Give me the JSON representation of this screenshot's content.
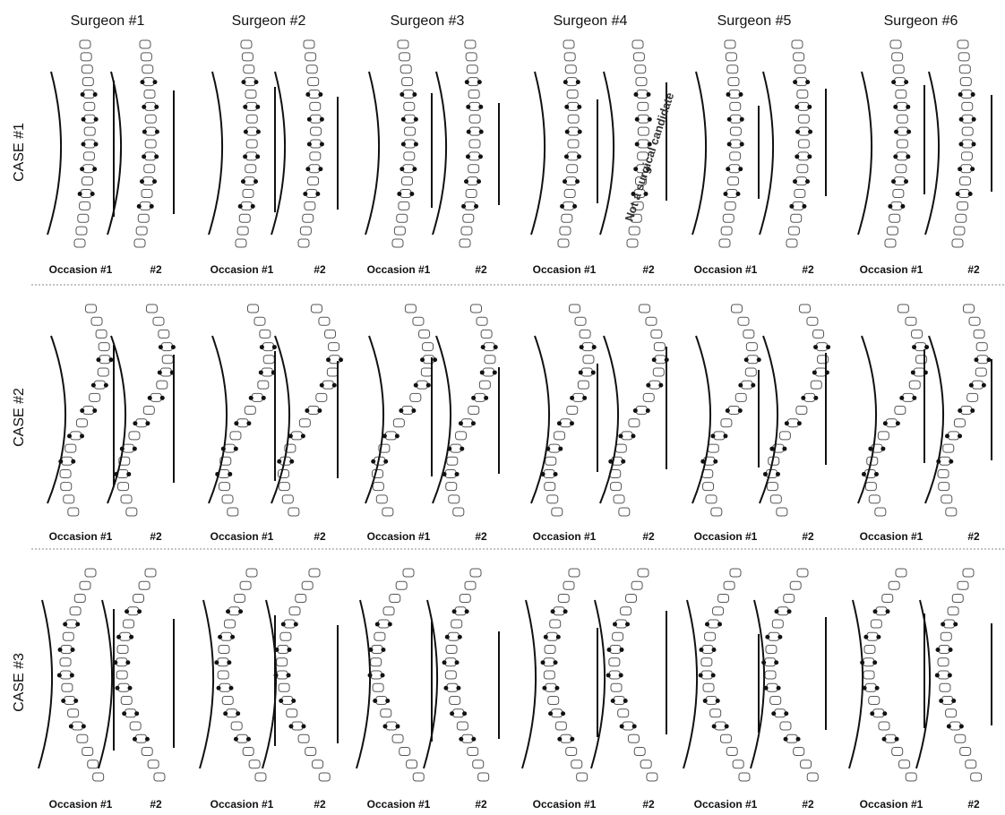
{
  "surgeons": [
    "Surgeon #1",
    "Surgeon #2",
    "Surgeon #3",
    "Surgeon #4",
    "Surgeon #5",
    "Surgeon #6"
  ],
  "cases": [
    "CASE #1",
    "CASE #2",
    "CASE #3"
  ],
  "occasion_labels": [
    "Occasion #1",
    "#2"
  ],
  "note_text": "Not a surgical candidate",
  "colors": {
    "ink": "#111111",
    "separator": "#888888",
    "vertebra": "#ffffff"
  }
}
